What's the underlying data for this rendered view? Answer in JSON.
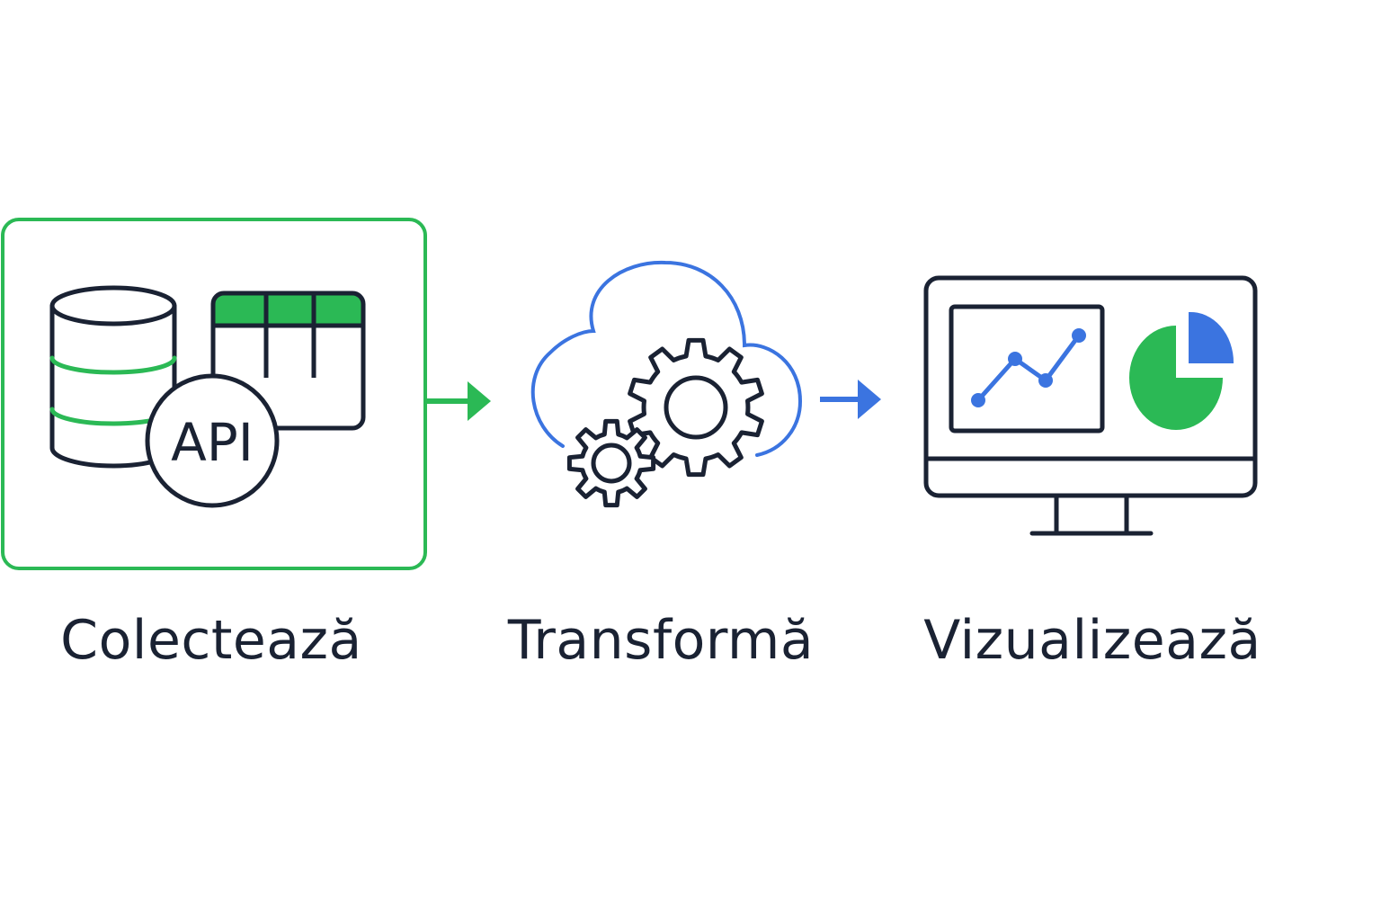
{
  "colors": {
    "green": "#2bb955",
    "blue": "#3b74e0",
    "dark": "#1a2233",
    "background": "#ffffff"
  },
  "steps": [
    {
      "label": "Colectează",
      "icons": [
        "database-icon",
        "table-icon",
        "api-badge-icon"
      ],
      "badge_text": "API",
      "highlighted": true
    },
    {
      "label": "Transformă",
      "icons": [
        "cloud-icon",
        "gear-large-icon",
        "gear-small-icon"
      ]
    },
    {
      "label": "Vizualizează",
      "icons": [
        "monitor-icon",
        "line-chart-icon",
        "pie-chart-icon"
      ]
    }
  ],
  "connectors": [
    {
      "from": "Colectează",
      "to": "Transformă",
      "color": "#2bb955"
    },
    {
      "from": "Transformă",
      "to": "Vizualizează",
      "color": "#3b74e0"
    }
  ]
}
